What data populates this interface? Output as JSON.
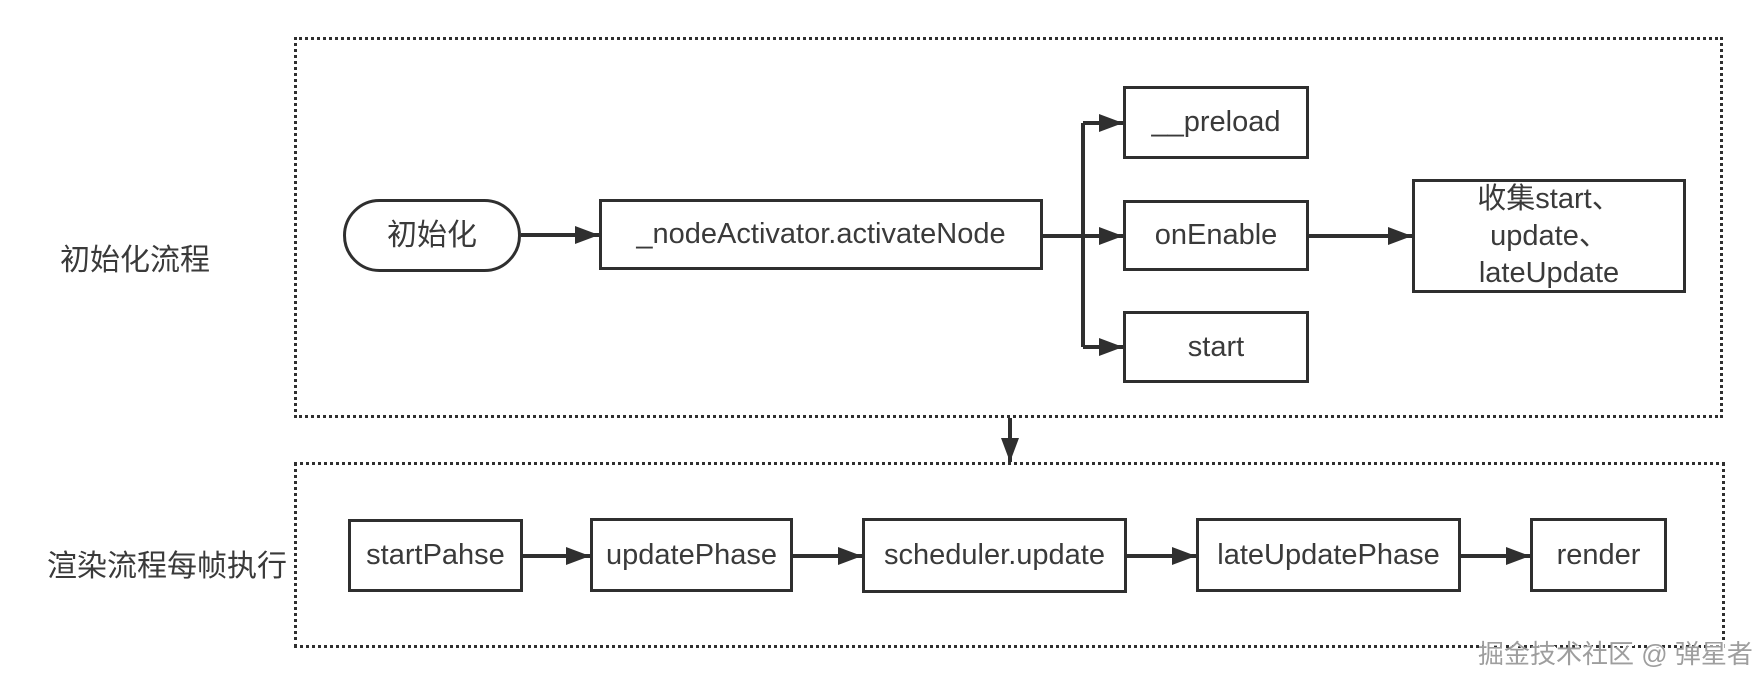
{
  "diagram": {
    "sections": [
      {
        "label": "初始化流程",
        "nodes": [
          {
            "id": "init",
            "label": "初始化",
            "shape": "pill"
          },
          {
            "id": "activate-node",
            "label": "_nodeActivator.activateNode",
            "shape": "rect"
          },
          {
            "id": "preload",
            "label": "__preload",
            "shape": "rect"
          },
          {
            "id": "on-enable",
            "label": "onEnable",
            "shape": "rect"
          },
          {
            "id": "start",
            "label": "start",
            "shape": "rect"
          },
          {
            "id": "collect",
            "label": "收集start、\nupdate、\nlateUpdate",
            "shape": "rect"
          }
        ]
      },
      {
        "label": "渲染流程每帧执行",
        "nodes": [
          {
            "id": "start-pahse",
            "label": "startPahse",
            "shape": "rect"
          },
          {
            "id": "update-phase",
            "label": "updatePhase",
            "shape": "rect"
          },
          {
            "id": "scheduler-update",
            "label": "scheduler.update",
            "shape": "rect"
          },
          {
            "id": "late-update-phase",
            "label": "lateUpdatePhase",
            "shape": "rect"
          },
          {
            "id": "render",
            "label": "render",
            "shape": "rect"
          }
        ]
      }
    ],
    "watermark": "掘金技术社区 @ 弹星者",
    "colors": {
      "line": "#2f2f2f",
      "text": "#3a3a3a",
      "background": "#ffffff",
      "watermark": "#9e9e9e"
    }
  }
}
